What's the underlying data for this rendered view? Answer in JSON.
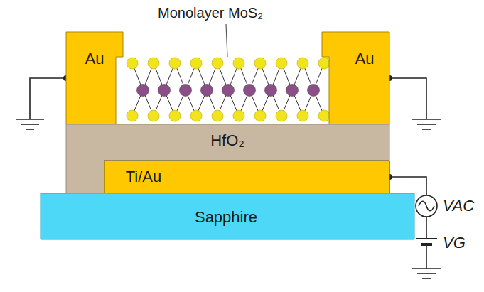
{
  "diagram": {
    "nodes": [
      {
        "text": [
          "Au"
        ]
      },
      {
        "text": [
          "Au"
        ]
      },
      {
        "text": [
          "HfO₂"
        ]
      },
      {
        "text": [
          "Ti/Au"
        ],
        "in": 2
      },
      {
        "text": [
          "Sapphire"
        ]
      }
    ],
    "labels": [
      "Monolayer MoS₂",
      "VAC",
      "VG"
    ]
  }
}
